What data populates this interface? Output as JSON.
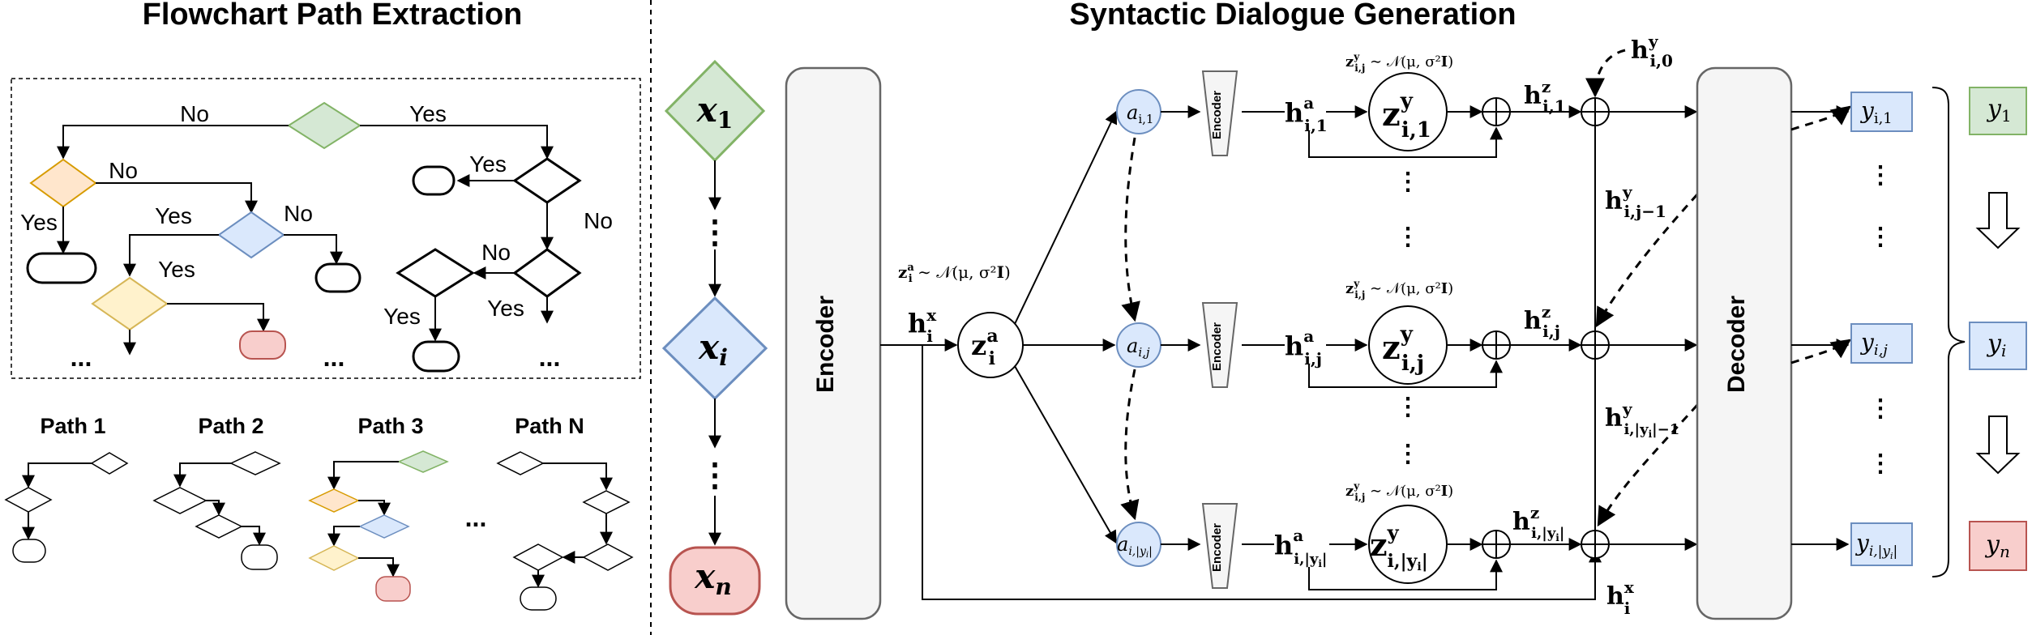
{
  "left_panel": {
    "title": "Flowchart Path Extraction",
    "edge_labels": {
      "no_top": "No",
      "yes_top": "Yes",
      "no_orange": "No",
      "yes_orange": "Yes",
      "yes_blue": "Yes",
      "no_blue": "No",
      "yes_yellow": "Yes",
      "yes_right1": "Yes",
      "no_right1": "No",
      "no_right2": "No",
      "yes_right2": "Yes",
      "yes_right3": "Yes"
    },
    "ellipsis": "...",
    "paths": [
      "Path 1",
      "Path 2",
      "Path 3",
      "Path N"
    ],
    "paths_ellipsis": "..."
  },
  "right_panel": {
    "title": "Syntactic Dialogue Generation",
    "inputs": [
      "x1",
      "xi",
      "xn"
    ],
    "encoder_label": "Encoder",
    "decoder_label": "Decoder",
    "small_encoder_label": "Encoder",
    "prior_label": "z^a_i ~ N(μ, σ²I)",
    "row_prior_label": "z^y_{i,j} ~ N(μ, σ²I)",
    "dots": "⋮",
    "nodes": {
      "h_x": "h",
      "z_a": "z",
      "a_rows": [
        "a_{i,1}",
        "a_{i,j}",
        "a_{i,|yi|}"
      ],
      "outputs": [
        "y_{i,1}",
        "y_{i,j}",
        "y_{i,|yi|}"
      ],
      "final": [
        "y1",
        "yi",
        "yn"
      ]
    }
  },
  "colors": {
    "green_fill": "#d5e8d4",
    "green_stroke": "#82b366",
    "blue_fill": "#dae8fc",
    "blue_stroke": "#6c8ebf",
    "red_fill": "#f8cecc",
    "red_stroke": "#b85450",
    "orange_fill": "#ffe6cc",
    "orange_stroke": "#d79b00",
    "yellow_fill": "#fff2cc",
    "yellow_stroke": "#d6b656",
    "gray_fill": "#f5f5f5",
    "gray_stroke": "#666666"
  }
}
